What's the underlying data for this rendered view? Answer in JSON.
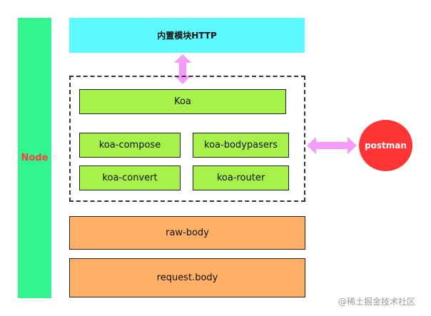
{
  "node_label": "Node",
  "http_label": "内置模块HTTP",
  "koa_label": "Koa",
  "middleware": {
    "compose": "koa-compose",
    "bodypasers": "koa-bodypasers",
    "convert": "koa-convert",
    "router": "koa-router"
  },
  "raw_body_label": "raw-body",
  "request_body_label": "request.body",
  "postman_label": "postman",
  "watermark": "@稀土掘金技术社区",
  "colors": {
    "node": "#33f58f",
    "http": "#5cf9ff",
    "koa_green": "#a8f04a",
    "orange": "#ffb066",
    "postman": "#ff3535",
    "arrow": "#f49cf9"
  }
}
